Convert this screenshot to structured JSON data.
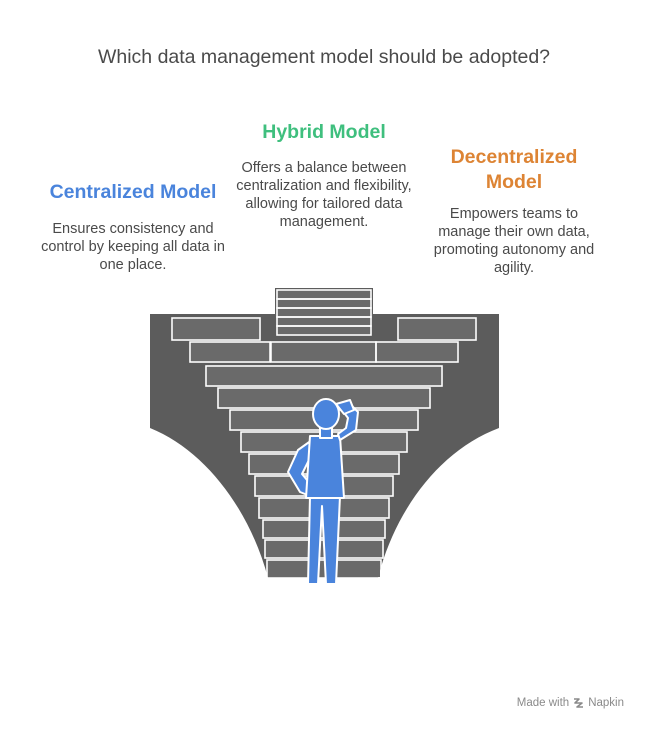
{
  "title": "Which data management model should be adopted?",
  "options": {
    "centralized": {
      "title": "Centralized Model",
      "description": "Ensures consistency and control by keeping all data in one place.",
      "color": "#4a84dc"
    },
    "hybrid": {
      "title": "Hybrid Model",
      "description": "Offers a balance between centralization and flexibility, allowing for tailored data management.",
      "color": "#3fbf7e"
    },
    "decentralized": {
      "title": "Decentralized Model",
      "description": "Empowers teams to manage their own data, promoting autonomy and agility.",
      "color": "#dd8434"
    }
  },
  "colors": {
    "staircase": "#5c5c5c",
    "step": "#ffffff",
    "person": "#4a84dc",
    "person_outline": "#ffffff"
  },
  "credit": {
    "made_with": "Made with",
    "brand": "Napkin"
  }
}
